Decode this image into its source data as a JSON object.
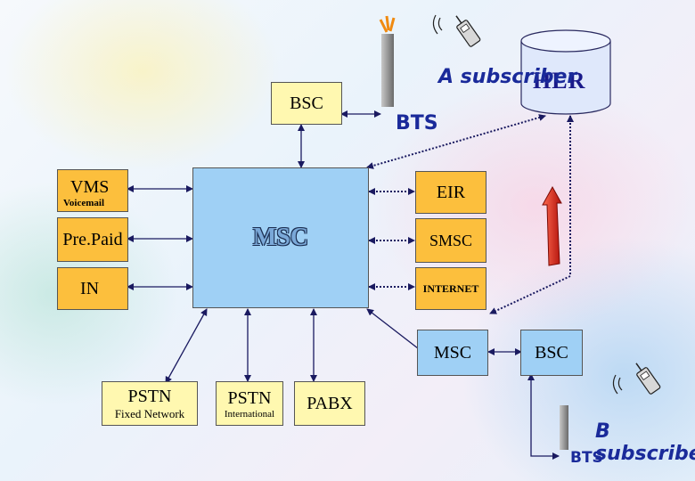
{
  "nodes": {
    "bsc_top": "BSC",
    "hlr": "HLR",
    "a_subscriber": "A subscriber",
    "bts_top": "BTS",
    "vms": "VMS",
    "vms_sub": "Voicemail",
    "prepaid": "Pre.Paid",
    "in": "IN",
    "msc": "MSC",
    "eir": "EIR",
    "smsc": "SMSC",
    "internet": "INTERNET",
    "msc_remote": "MSC",
    "bsc_remote": "BSC",
    "pstn_fixed": "PSTN",
    "pstn_fixed_sub": "Fixed Network",
    "pstn_intl": "PSTN",
    "pstn_intl_sub": "International",
    "pabx": "PABX",
    "b_subscriber": "B subscriber",
    "bts_bottom": "BTS"
  },
  "colors": {
    "box_orange": "#fcbf3d",
    "box_blue": "#9fd0f5",
    "box_yellow": "#fff8b0",
    "arrow_red": "#e8241a",
    "cartoon_text": "#1a2a9a"
  }
}
